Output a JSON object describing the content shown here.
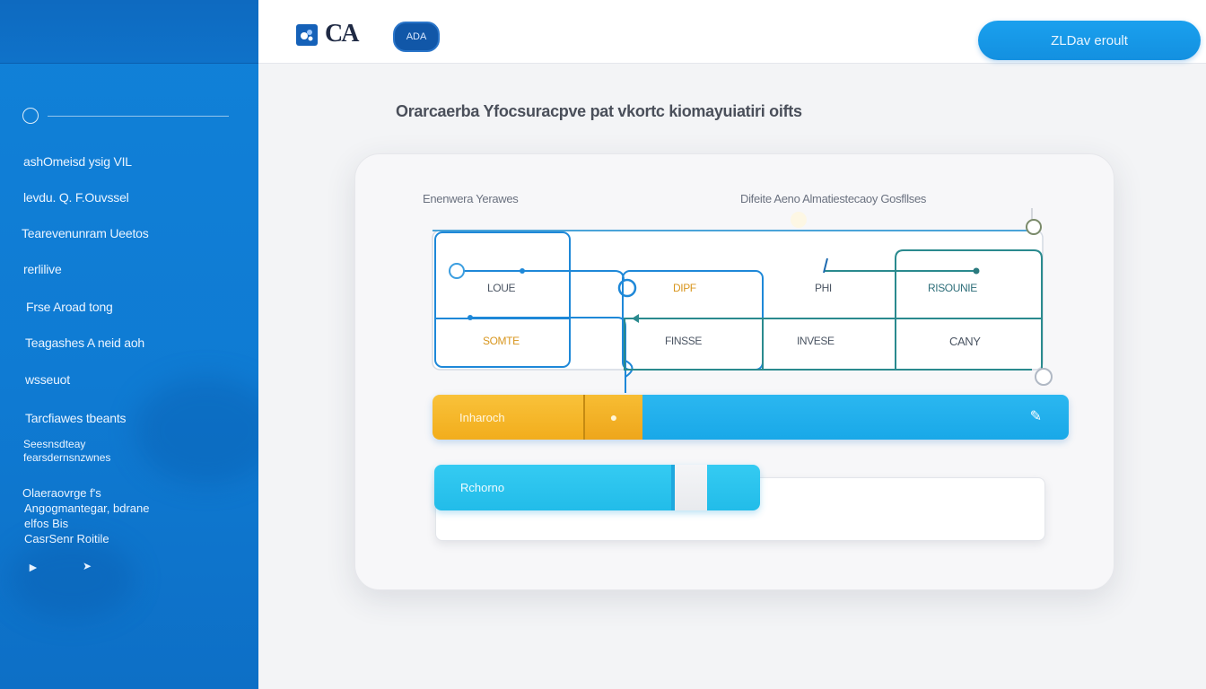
{
  "header": {
    "logo_text": "CA",
    "pill_label": "ADA",
    "cta_label": "ZLDav  eroult"
  },
  "sidebar": {
    "items": [
      {
        "label": "ashOmeisd ysig  VIL"
      },
      {
        "label": "levdu.  Q.  F.Ouvssel"
      },
      {
        "label": "Tearevenunram  Ueetos"
      },
      {
        "label": "rerlilive"
      },
      {
        "label": "Frse  Aroad  tong"
      },
      {
        "label": "Teagashes A  neid aoh"
      },
      {
        "label": "wsseuot"
      },
      {
        "label": "Tarcfiawes  tbeants"
      }
    ],
    "small_block": [
      "Seesnsdteay",
      "fearsdernsnzwnes"
    ],
    "bottom_block": [
      "Olaeraovrge f's",
      "Angogmantegar,  bdrane",
      "elfos  Bis",
      "CasrSenr  Roitile"
    ]
  },
  "main": {
    "title": "Orarcaerba  Yfocsuracpve  pat  vkortc  kiomayuiatiri  oifts",
    "card": {
      "left_label": "Enenwera  Yerawes",
      "right_label": "Difeite  Aeno  Almatiestecaoy  Gosfllses",
      "cells": [
        "LOUE",
        "DIPF",
        "PHI",
        "RISOUNIE",
        "SOMTE",
        "FINSSE",
        "INVESE",
        "CANY"
      ],
      "bar_label": "Inharoch",
      "input_label": "Rchorno"
    }
  },
  "colors": {
    "sidebar": "#1181d8",
    "accent_blue": "#19a8e8",
    "accent_orange": "#f2ad1c",
    "line_blue": "#1e88d8",
    "line_teal": "#2a8a8e"
  }
}
